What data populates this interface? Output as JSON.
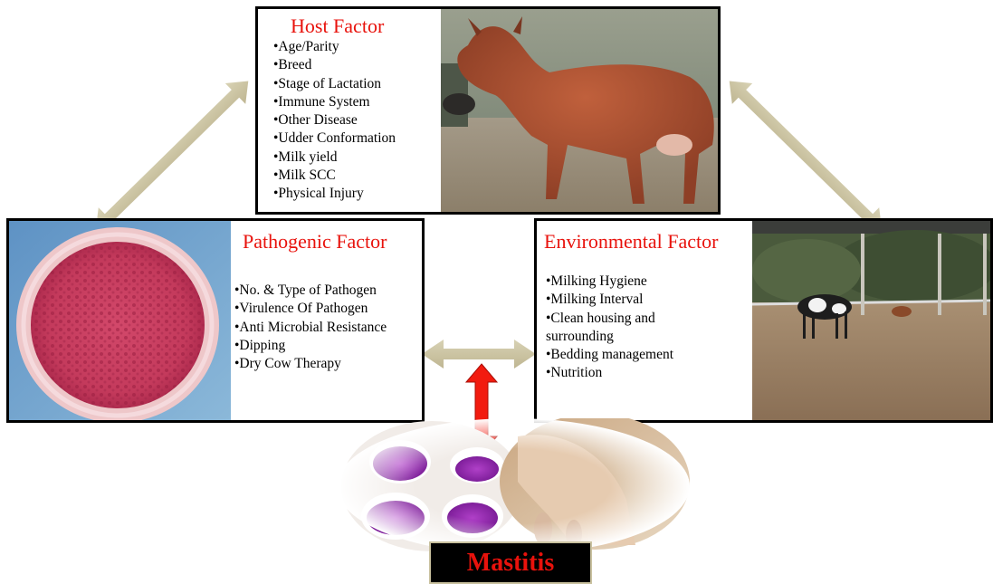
{
  "host": {
    "title": "Host Factor",
    "items": [
      "•Age/Parity",
      "•Breed",
      "•Stage of Lactation",
      "•Immune System",
      "•Other Disease",
      "•Udder Conformation",
      "•Milk yield",
      "•Milk SCC",
      "•Physical Injury"
    ],
    "photo_icon": "cow-photo-icon"
  },
  "pathogenic": {
    "title": "Pathogenic Factor",
    "items": [
      "•No. & Type of Pathogen",
      "•Virulence Of Pathogen",
      "•Anti Microbial Resistance",
      "•Dipping",
      "•Dry Cow Therapy"
    ],
    "photo_icon": "petri-dish-photo-icon"
  },
  "environmental": {
    "title": "Environmental Factor",
    "items": [
      "•Milking Hygiene",
      "•Milking Interval",
      "•Clean housing and",
      "surrounding",
      "•Bedding management",
      "•Nutrition"
    ],
    "photo_icon": "barn-photo-icon"
  },
  "outcome": {
    "label": "Mastitis",
    "photo_icon": "udder-test-photo-icon"
  },
  "colors": {
    "title_red": "#e8120c",
    "arrow_tan": "#c9c19f",
    "arrow_red": "#f21b0f",
    "border": "#000000"
  }
}
